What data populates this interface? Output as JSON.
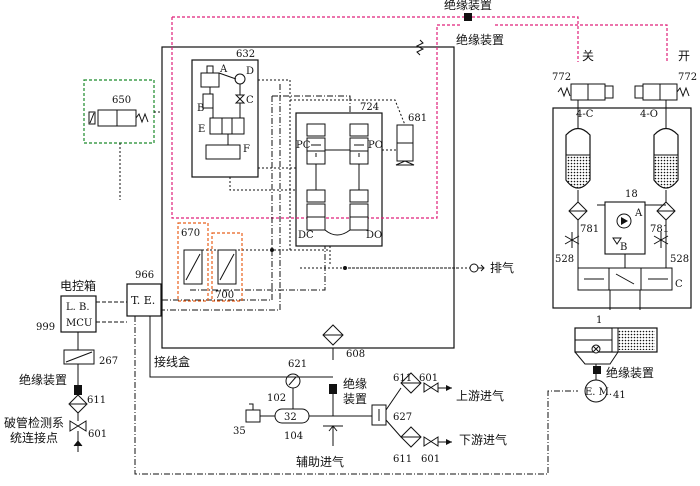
{
  "labels": {
    "insulation_top1": "绝缘装置",
    "insulation_top2": "绝缘装置",
    "insulation_left": "绝缘装置",
    "insulation_mid": "绝缘装置",
    "insulation_right": "绝缘装置",
    "close": "关",
    "open": "开",
    "exhaust": "排气",
    "control_box": "电控箱",
    "junction_box": "接线盒",
    "aux_intake": "辅助进气",
    "upstream_intake": "上游进气",
    "downstream_intake": "下游进气",
    "break_detect_1": "破管检测系",
    "break_detect_2": "统连接点",
    "lb_mcu_1": "L. B.",
    "lb_mcu_2": "MCU",
    "te": "T. E.",
    "em": "E. M."
  },
  "numbers": {
    "n632": "632",
    "n650": "650",
    "n724": "724",
    "n681": "681",
    "n670": "670",
    "n700": "700",
    "n966": "966",
    "n999": "999",
    "n267": "267",
    "n611a": "611",
    "n601a": "601",
    "n621": "621",
    "n608": "608",
    "n102": "102",
    "n32": "32",
    "n104": "104",
    "n35": "35",
    "n611b": "611",
    "n601b": "601",
    "n627": "627",
    "n611c": "611",
    "n601c": "601",
    "n772a": "772",
    "n772b": "772",
    "n4c": "4-C",
    "n4o": "4-O",
    "n18": "18",
    "n781a": "781",
    "n781b": "781",
    "n528a": "528",
    "n528b": "528",
    "n1": "1",
    "n41": "41"
  },
  "letters": {
    "A": "A",
    "B": "B",
    "C": "C",
    "D": "D",
    "E": "E",
    "F": "F",
    "PC": "PC",
    "PO": "PO",
    "DC": "DC",
    "DO": "DO",
    "rA": "A",
    "rB": "B",
    "rC": "C"
  },
  "colors": {
    "line": "#111111",
    "magenta": "#e0207a",
    "green": "#1a8a2a",
    "orange": "#e8601c",
    "cyl_fill": "#cfcfcf"
  }
}
